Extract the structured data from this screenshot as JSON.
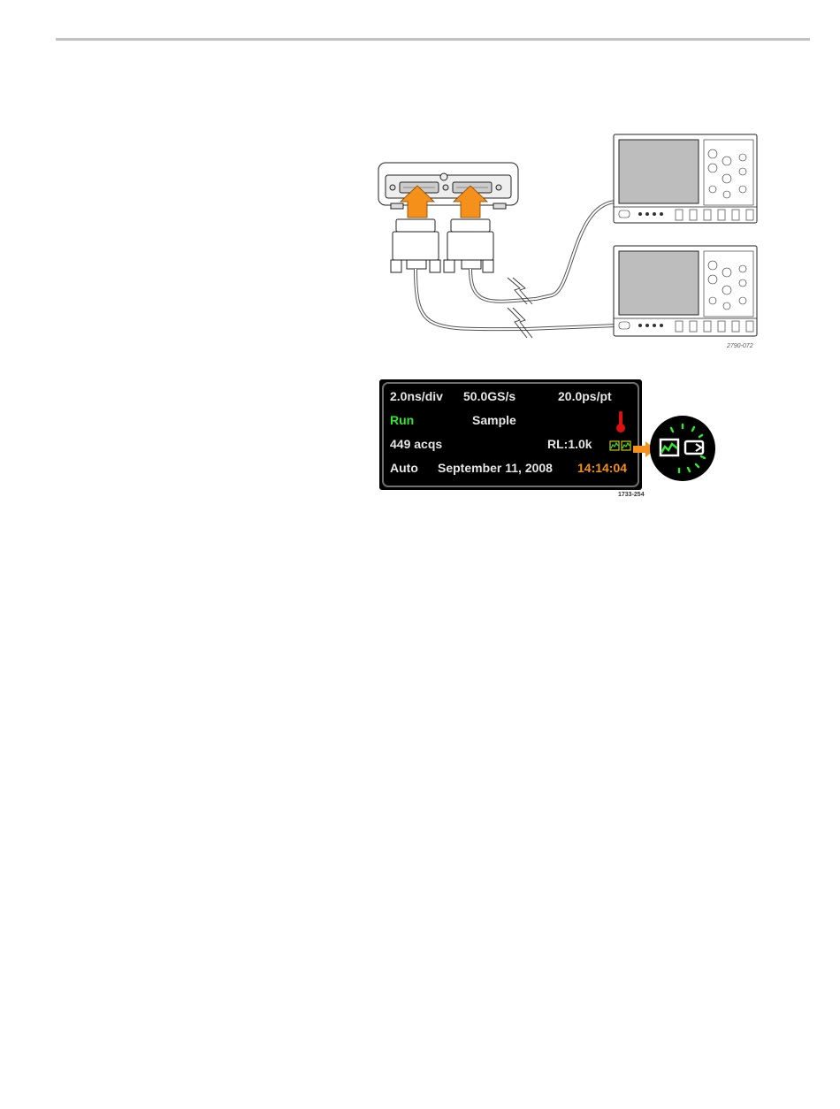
{
  "figure1": {
    "id": "2790-072"
  },
  "status": {
    "horizontal_scale": "2.0ns/div",
    "sample_rate": "50.0GS/s",
    "resolution": "20.0ps/pt",
    "run_state": "Run",
    "acq_mode": "Sample",
    "acq_count": "449 acqs",
    "record_length": "RL:1.0k",
    "trigger_mode": "Auto",
    "date": "September 11, 2008",
    "time": "14:14:04"
  },
  "figure2": {
    "id": "1733-254"
  },
  "colors": {
    "run_green": "#2fe82f",
    "time_orange": "#f2910f",
    "arrow_orange": "#f5901a",
    "thermo_red": "#e11010"
  }
}
